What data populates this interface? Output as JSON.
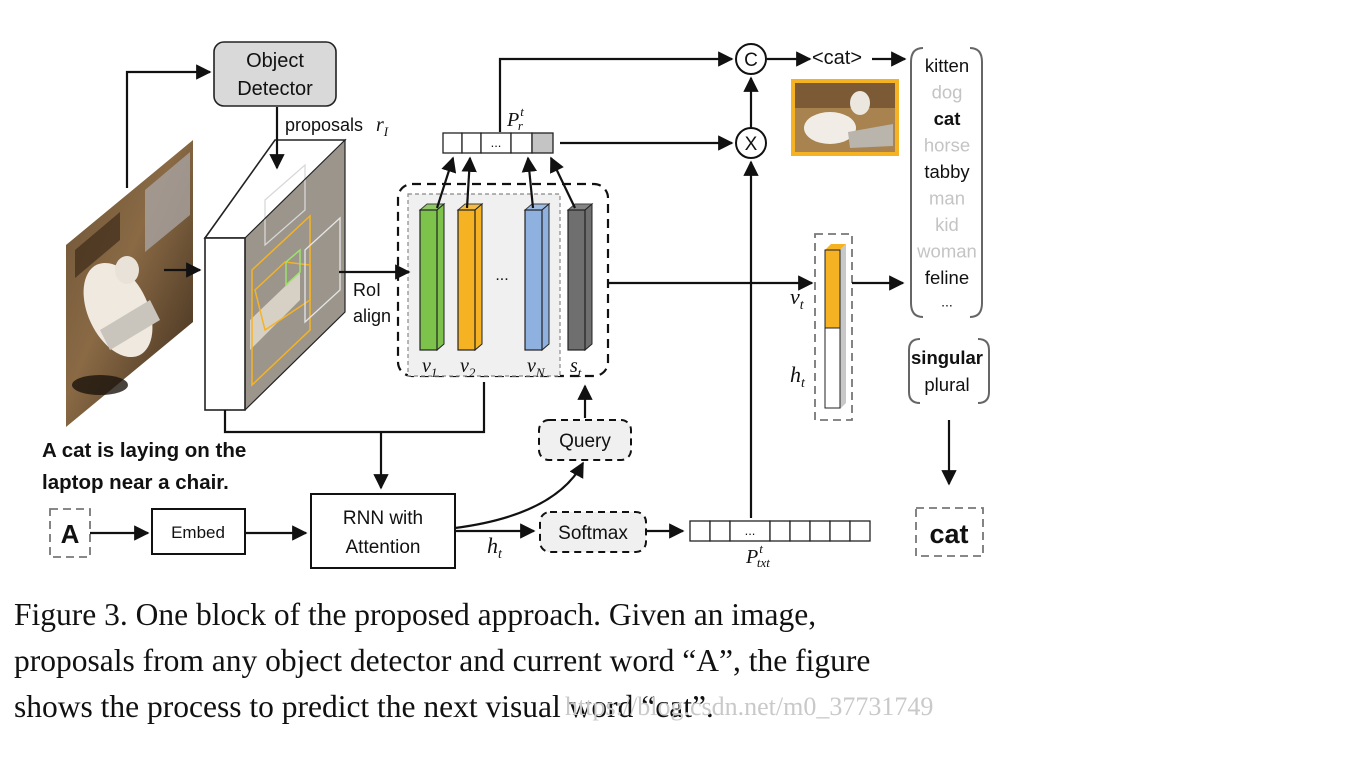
{
  "diagram": {
    "object_detector": "Object\nDetector",
    "proposals_label": "proposals",
    "proposals_symbol": "r",
    "proposals_sub": "I",
    "roi_align": "RoI\nalign",
    "features": [
      {
        "label": "v",
        "sub": "1",
        "color": "#7dc24b"
      },
      {
        "label": "v",
        "sub": "2",
        "color": "#f5b324"
      },
      {
        "label": "v",
        "sub": "N",
        "color": "#8fb1df"
      },
      {
        "label": "s",
        "sub": "t",
        "color": "#6f6f6f"
      }
    ],
    "ellipsis": "...",
    "pr_label": "P",
    "pr_sub": "r",
    "pr_sup": "t",
    "query": "Query",
    "softmax": "Softmax",
    "ptxt_label": "P",
    "ptxt_sub": "txt",
    "ptxt_sup": "t",
    "ht_label": "h",
    "ht_sub": "t",
    "vt_label": "v",
    "vt_sub": "t",
    "embed": "Embed",
    "rnn": "RNN with\nAttention",
    "word_input": "A",
    "sentence": "A cat is laying on the\nlaptop near a chair.",
    "concat_op": "C",
    "mult_op": "X",
    "cat_tag": "<cat>",
    "categories": [
      {
        "word": "kitten",
        "state": "normal"
      },
      {
        "word": "dog",
        "state": "faded"
      },
      {
        "word": "cat",
        "state": "bold"
      },
      {
        "word": "horse",
        "state": "faded"
      },
      {
        "word": "tabby",
        "state": "normal"
      },
      {
        "word": "man",
        "state": "faded"
      },
      {
        "word": "kid",
        "state": "faded"
      },
      {
        "word": "woman",
        "state": "faded"
      },
      {
        "word": "feline",
        "state": "normal"
      },
      {
        "word": "...",
        "state": "normal"
      }
    ],
    "plurality": [
      {
        "word": "singular",
        "state": "bold"
      },
      {
        "word": "plural",
        "state": "normal"
      }
    ],
    "output_word": "cat",
    "colors": {
      "highlight_box": "#f5b324",
      "detector_fill": "#d9d9d9",
      "faded_text": "#c4c4c4"
    }
  },
  "caption": {
    "lines": [
      "Figure 3. One block of the proposed approach.  Given an image,",
      "proposals from any object detector and current word “A”, the figure",
      "shows the process to predict the next visual word “cat”."
    ]
  },
  "watermark": "https://blog.csdn.net/m0_37731749"
}
